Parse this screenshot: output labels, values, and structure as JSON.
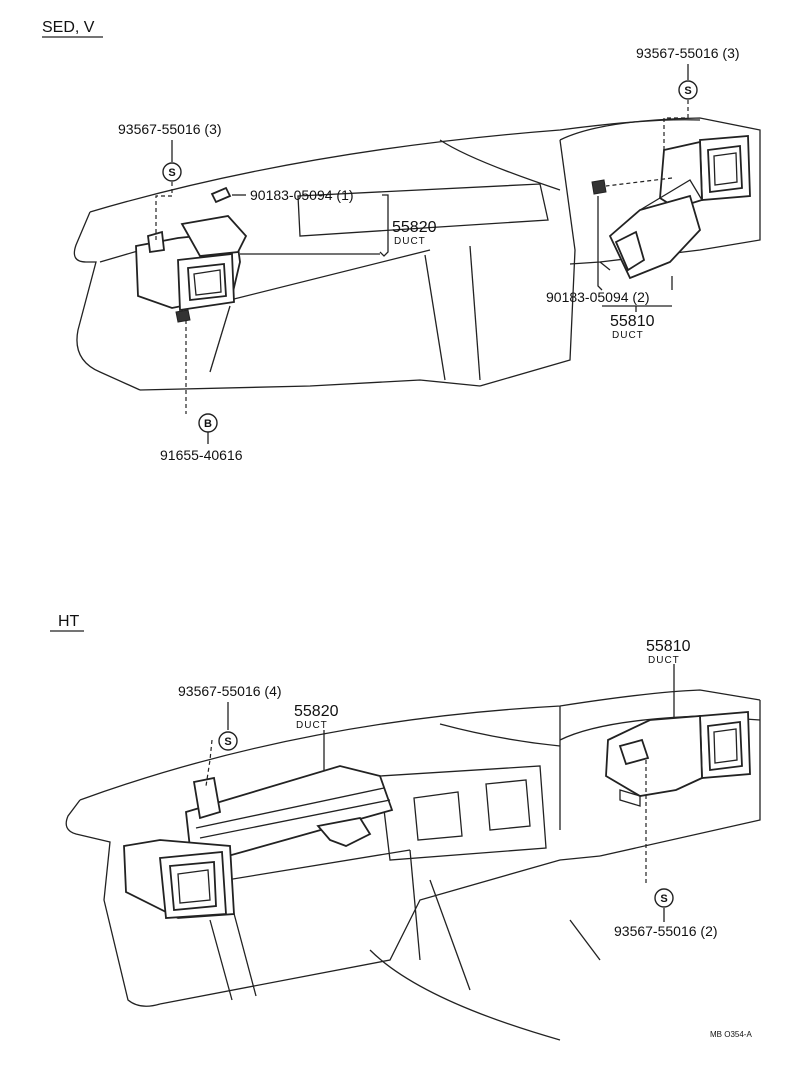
{
  "sections": {
    "top": {
      "title": "SED, V",
      "labels": {
        "screw_left": "93567-55016 (3)",
        "screw_right": "93567-55016 (3)",
        "clip_left": "90183-05094 (1)",
        "duct_left_num": "55820",
        "duct_left_name": "DUCT",
        "clip_right": "90183-05094 (2)",
        "duct_right_num": "55810",
        "duct_right_name": "DUCT",
        "bolt": "91655-40616"
      },
      "symbols": {
        "screw": "S",
        "bolt": "B"
      }
    },
    "bottom": {
      "title": "HT",
      "labels": {
        "duct_right_num": "55810",
        "duct_right_name": "DUCT",
        "screw_left": "93567-55016 (4)",
        "duct_left_num": "55820",
        "duct_left_name": "DUCT",
        "screw_right": "93567-55016 (2)"
      },
      "symbols": {
        "screw": "S"
      }
    }
  },
  "footer": {
    "code": "MB O354-A"
  }
}
